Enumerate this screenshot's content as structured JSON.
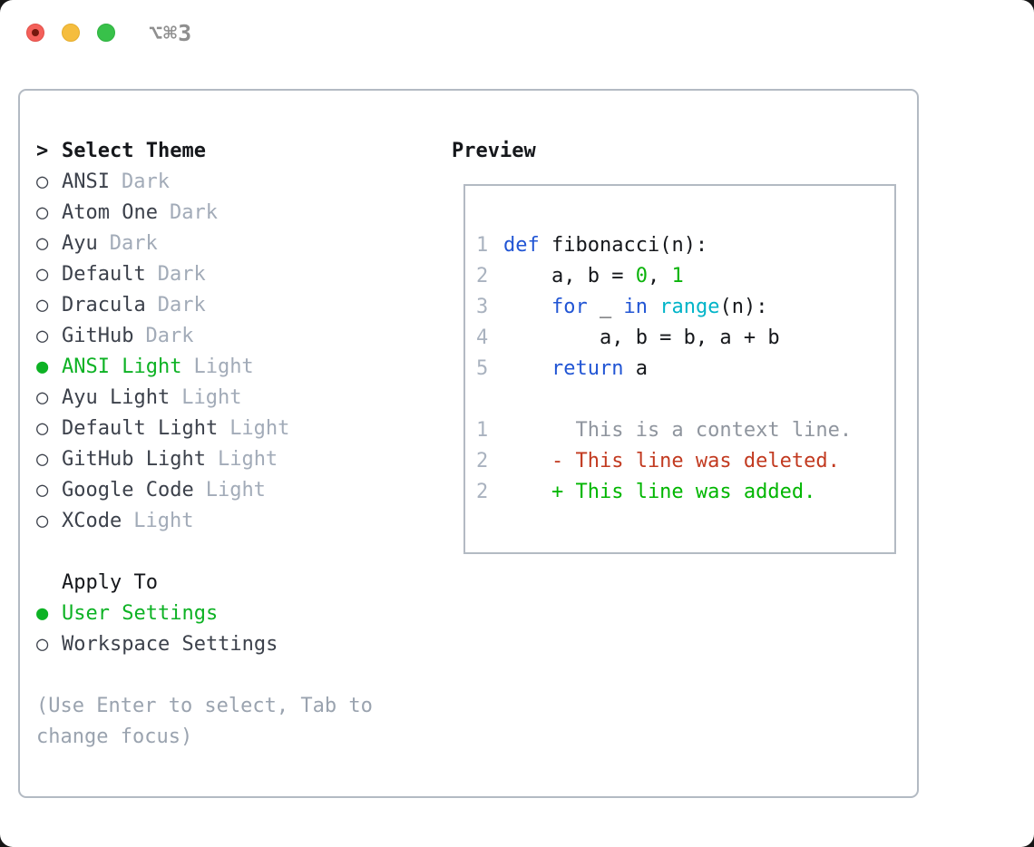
{
  "window": {
    "title": "⌥⌘3"
  },
  "theme_list": {
    "header": {
      "marker": ">",
      "label": "Select Theme"
    },
    "items": [
      {
        "marker": "○",
        "label": "ANSI",
        "tag": "Dark",
        "selected": false
      },
      {
        "marker": "○",
        "label": "Atom One",
        "tag": "Dark",
        "selected": false
      },
      {
        "marker": "○",
        "label": "Ayu",
        "tag": "Dark",
        "selected": false
      },
      {
        "marker": "○",
        "label": "Default",
        "tag": "Dark",
        "selected": false
      },
      {
        "marker": "○",
        "label": "Dracula",
        "tag": "Dark",
        "selected": false
      },
      {
        "marker": "○",
        "label": "GitHub",
        "tag": "Dark",
        "selected": false
      },
      {
        "marker": "●",
        "label": "ANSI Light",
        "tag": "Light",
        "selected": true
      },
      {
        "marker": "○",
        "label": "Ayu Light",
        "tag": "Light",
        "selected": false
      },
      {
        "marker": "○",
        "label": "Default Light",
        "tag": "Light",
        "selected": false
      },
      {
        "marker": "○",
        "label": "GitHub Light",
        "tag": "Light",
        "selected": false
      },
      {
        "marker": "○",
        "label": "Google Code",
        "tag": "Light",
        "selected": false
      },
      {
        "marker": "○",
        "label": "XCode",
        "tag": "Light",
        "selected": false
      }
    ]
  },
  "apply_to": {
    "header": "Apply To",
    "options": [
      {
        "marker": "●",
        "label": "User Settings",
        "selected": true
      },
      {
        "marker": "○",
        "label": "Workspace Settings",
        "selected": false
      }
    ]
  },
  "help_text": "(Use Enter to select, Tab to change focus)",
  "preview": {
    "title": "Preview",
    "code_lines": [
      {
        "num": "1",
        "tokens": [
          {
            "t": "def",
            "c": "kw"
          },
          {
            "t": " fibonacci(n):",
            "c": "plain"
          }
        ]
      },
      {
        "num": "2",
        "tokens": [
          {
            "t": "    a, b = ",
            "c": "plain"
          },
          {
            "t": "0",
            "c": "num"
          },
          {
            "t": ", ",
            "c": "plain"
          },
          {
            "t": "1",
            "c": "num"
          }
        ]
      },
      {
        "num": "3",
        "tokens": [
          {
            "t": "    ",
            "c": "plain"
          },
          {
            "t": "for",
            "c": "kw"
          },
          {
            "t": " _ ",
            "c": "plain"
          },
          {
            "t": "in",
            "c": "kw"
          },
          {
            "t": " ",
            "c": "plain"
          },
          {
            "t": "range",
            "c": "fn"
          },
          {
            "t": "(n):",
            "c": "plain"
          }
        ]
      },
      {
        "num": "4",
        "tokens": [
          {
            "t": "        a, b = b, a + b",
            "c": "plain"
          }
        ]
      },
      {
        "num": "5",
        "tokens": [
          {
            "t": "    ",
            "c": "plain"
          },
          {
            "t": "return",
            "c": "kw"
          },
          {
            "t": " a",
            "c": "plain"
          }
        ]
      }
    ],
    "diff_lines": [
      {
        "num": "1",
        "text": "      This is a context line.",
        "kind": "context"
      },
      {
        "num": "2",
        "text": "    - This line was deleted.",
        "kind": "deleted"
      },
      {
        "num": "2",
        "text": "    + This line was added.",
        "kind": "added"
      }
    ]
  },
  "colors": {
    "traffic-red": "#f4605a",
    "traffic-red-dot": "#75180d",
    "traffic-yellow": "#f5bd3e",
    "traffic-green": "#38c14a",
    "title-gray": "#8f8f8f",
    "border": "#b3bac3",
    "text-dark": "#15171b",
    "item": "#3c414b",
    "muted": "#a2abb8",
    "help": "#9aa3af",
    "accent-green": "#0db224",
    "linenum": "#a9b2bf",
    "kw": "#2155d4",
    "fn": "#00b4c8",
    "num": "#0bb30b",
    "deleted": "#c23a20",
    "added": "#00b600",
    "context": "#8f959e"
  }
}
